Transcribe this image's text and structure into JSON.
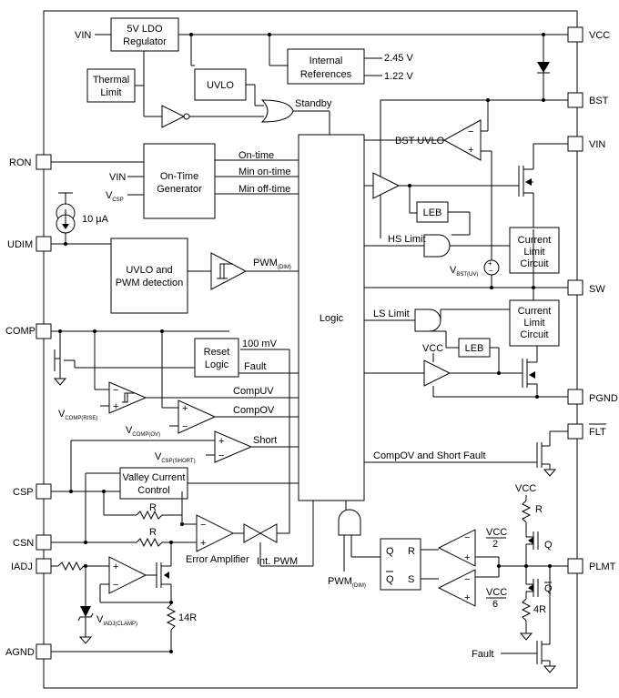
{
  "pins_right": {
    "vcc": "VCC",
    "bst": "BST",
    "vin": "VIN",
    "sw": "SW",
    "pgnd": "PGND",
    "flt": "FLT",
    "plmt": "PLMT"
  },
  "pins_left": {
    "ron": "RON",
    "udim": "UDIM",
    "comp": "COMP",
    "csp": "CSP",
    "csn": "CSN",
    "iadj": "IADJ",
    "agnd": "AGND"
  },
  "blocks": {
    "ldo": [
      "5V LDO",
      "Regulator"
    ],
    "thermal": [
      "Thermal",
      "Limit"
    ],
    "uvlo": "UVLO",
    "refs": [
      "Internal",
      "References"
    ],
    "ontime": [
      "On-Time",
      "Generator"
    ],
    "uvlo_pwm": [
      "UVLO and",
      "PWM detection"
    ],
    "reset": [
      "Reset",
      "Logic"
    ],
    "valley": [
      "Valley Current",
      "Control"
    ],
    "logic": "Logic",
    "leb": "LEB",
    "cl": [
      "Current",
      "Limit",
      "Circuit"
    ],
    "q": "Q",
    "qbar": "Q",
    "r": "R",
    "s": "S"
  },
  "labels": {
    "vin": "VIN",
    "ref1": "2.45 V",
    "ref2": "1.22 V",
    "standby": "Standby",
    "on_time": "On-time",
    "min_on": "Min on-time",
    "min_off": "Min off-time",
    "vin_in": "VIN",
    "vcsp_main": "V",
    "vcsp_sub": "CSP",
    "current_src": "10 µA",
    "pwm_main": "PWM",
    "pwm_sub": "(DIM)",
    "bst_uvlo": "BST UVLO",
    "hs_limit": "HS Limit",
    "vbst_main": "V",
    "vbst_sub": "BST(UV)",
    "ls_limit": "LS Limit",
    "vcc": "VCC",
    "mv100": "100 mV",
    "fault": "Fault",
    "compuv": "CompUV",
    "compov": "CompOV",
    "short": "Short",
    "vcomprise_main": "V",
    "vcomprise_sub": "COMP(RISE)",
    "vcompov_main": "V",
    "vcompov_sub": "COMP(OV)",
    "vcspshort_main": "V",
    "vcspshort_sub": "CSP(SHORT)",
    "compov_short": "CompOV and Short Fault",
    "r": "R",
    "error_amp": "Error Amplifier",
    "int_pwm": "Int. PWM",
    "vclamp_main": "V",
    "vclamp_sub": "IADJ(CLAMP)",
    "r14": "14R",
    "pwmdim_main": "PWM",
    "pwmdim_sub": "(DIM)",
    "vcc2": "VCC",
    "two": "2",
    "vcc6": "VCC",
    "six": "6",
    "vcc_top": "VCC",
    "r_top": "R",
    "q_label": "Q",
    "qbar_label": "Q",
    "r4": "4R",
    "fault_bottom": "Fault",
    "plus": "+",
    "minus": "−"
  }
}
